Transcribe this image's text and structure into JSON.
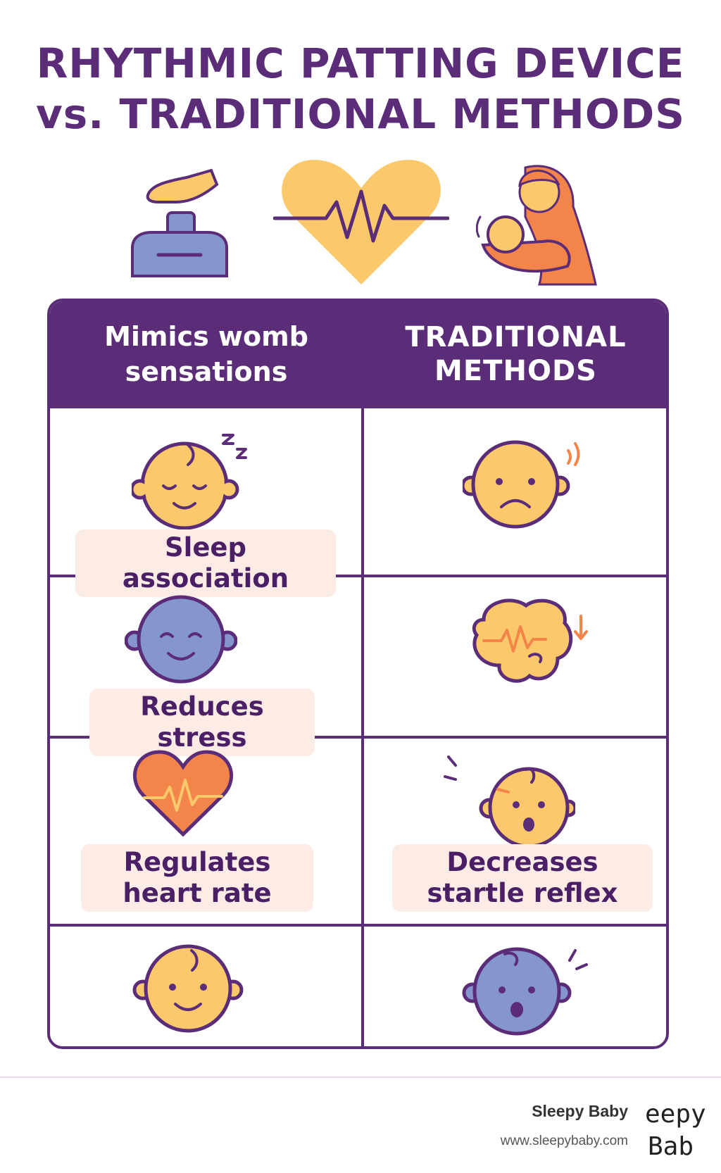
{
  "title": {
    "line1": "RHYTHMIC PATTING DEVICE",
    "line2": "vs. TRADITIONAL METHODS"
  },
  "header_icons": [
    "patting-device-icon",
    "heartbeat-icon",
    "mother-holding-baby-icon"
  ],
  "table": {
    "col1_header": "Mimics womb sensations",
    "col2_header": "TRADITIONAL METHODS",
    "rows": [
      {
        "left_icon": "sleeping-baby-icon",
        "left_label": "Sleep association",
        "right_icon": "sad-baby-icon",
        "right_label": ""
      },
      {
        "left_icon": "smiling-baby-icon",
        "left_label": "Reduces stress",
        "right_icon": "stressed-brain-icon",
        "right_label": ""
      },
      {
        "left_icon": "heart-rate-icon",
        "left_label": "Regulates heart rate",
        "right_icon": "startled-baby-icon",
        "right_label": "Decreases startle reflex"
      },
      {
        "left_icon": "happy-baby-icon",
        "left_label": "",
        "right_icon": "surprised-baby-icon",
        "right_label": ""
      }
    ]
  },
  "footer": {
    "brand": "Sleepy Baby",
    "url": "www.sleepybaby.com",
    "logo_text": "eepy Bab"
  },
  "colors": {
    "purple": "#5b2d78",
    "yellow": "#fbc96b",
    "orange": "#f3854a",
    "blue": "#8596cc",
    "label_bg": "#fdece6"
  }
}
